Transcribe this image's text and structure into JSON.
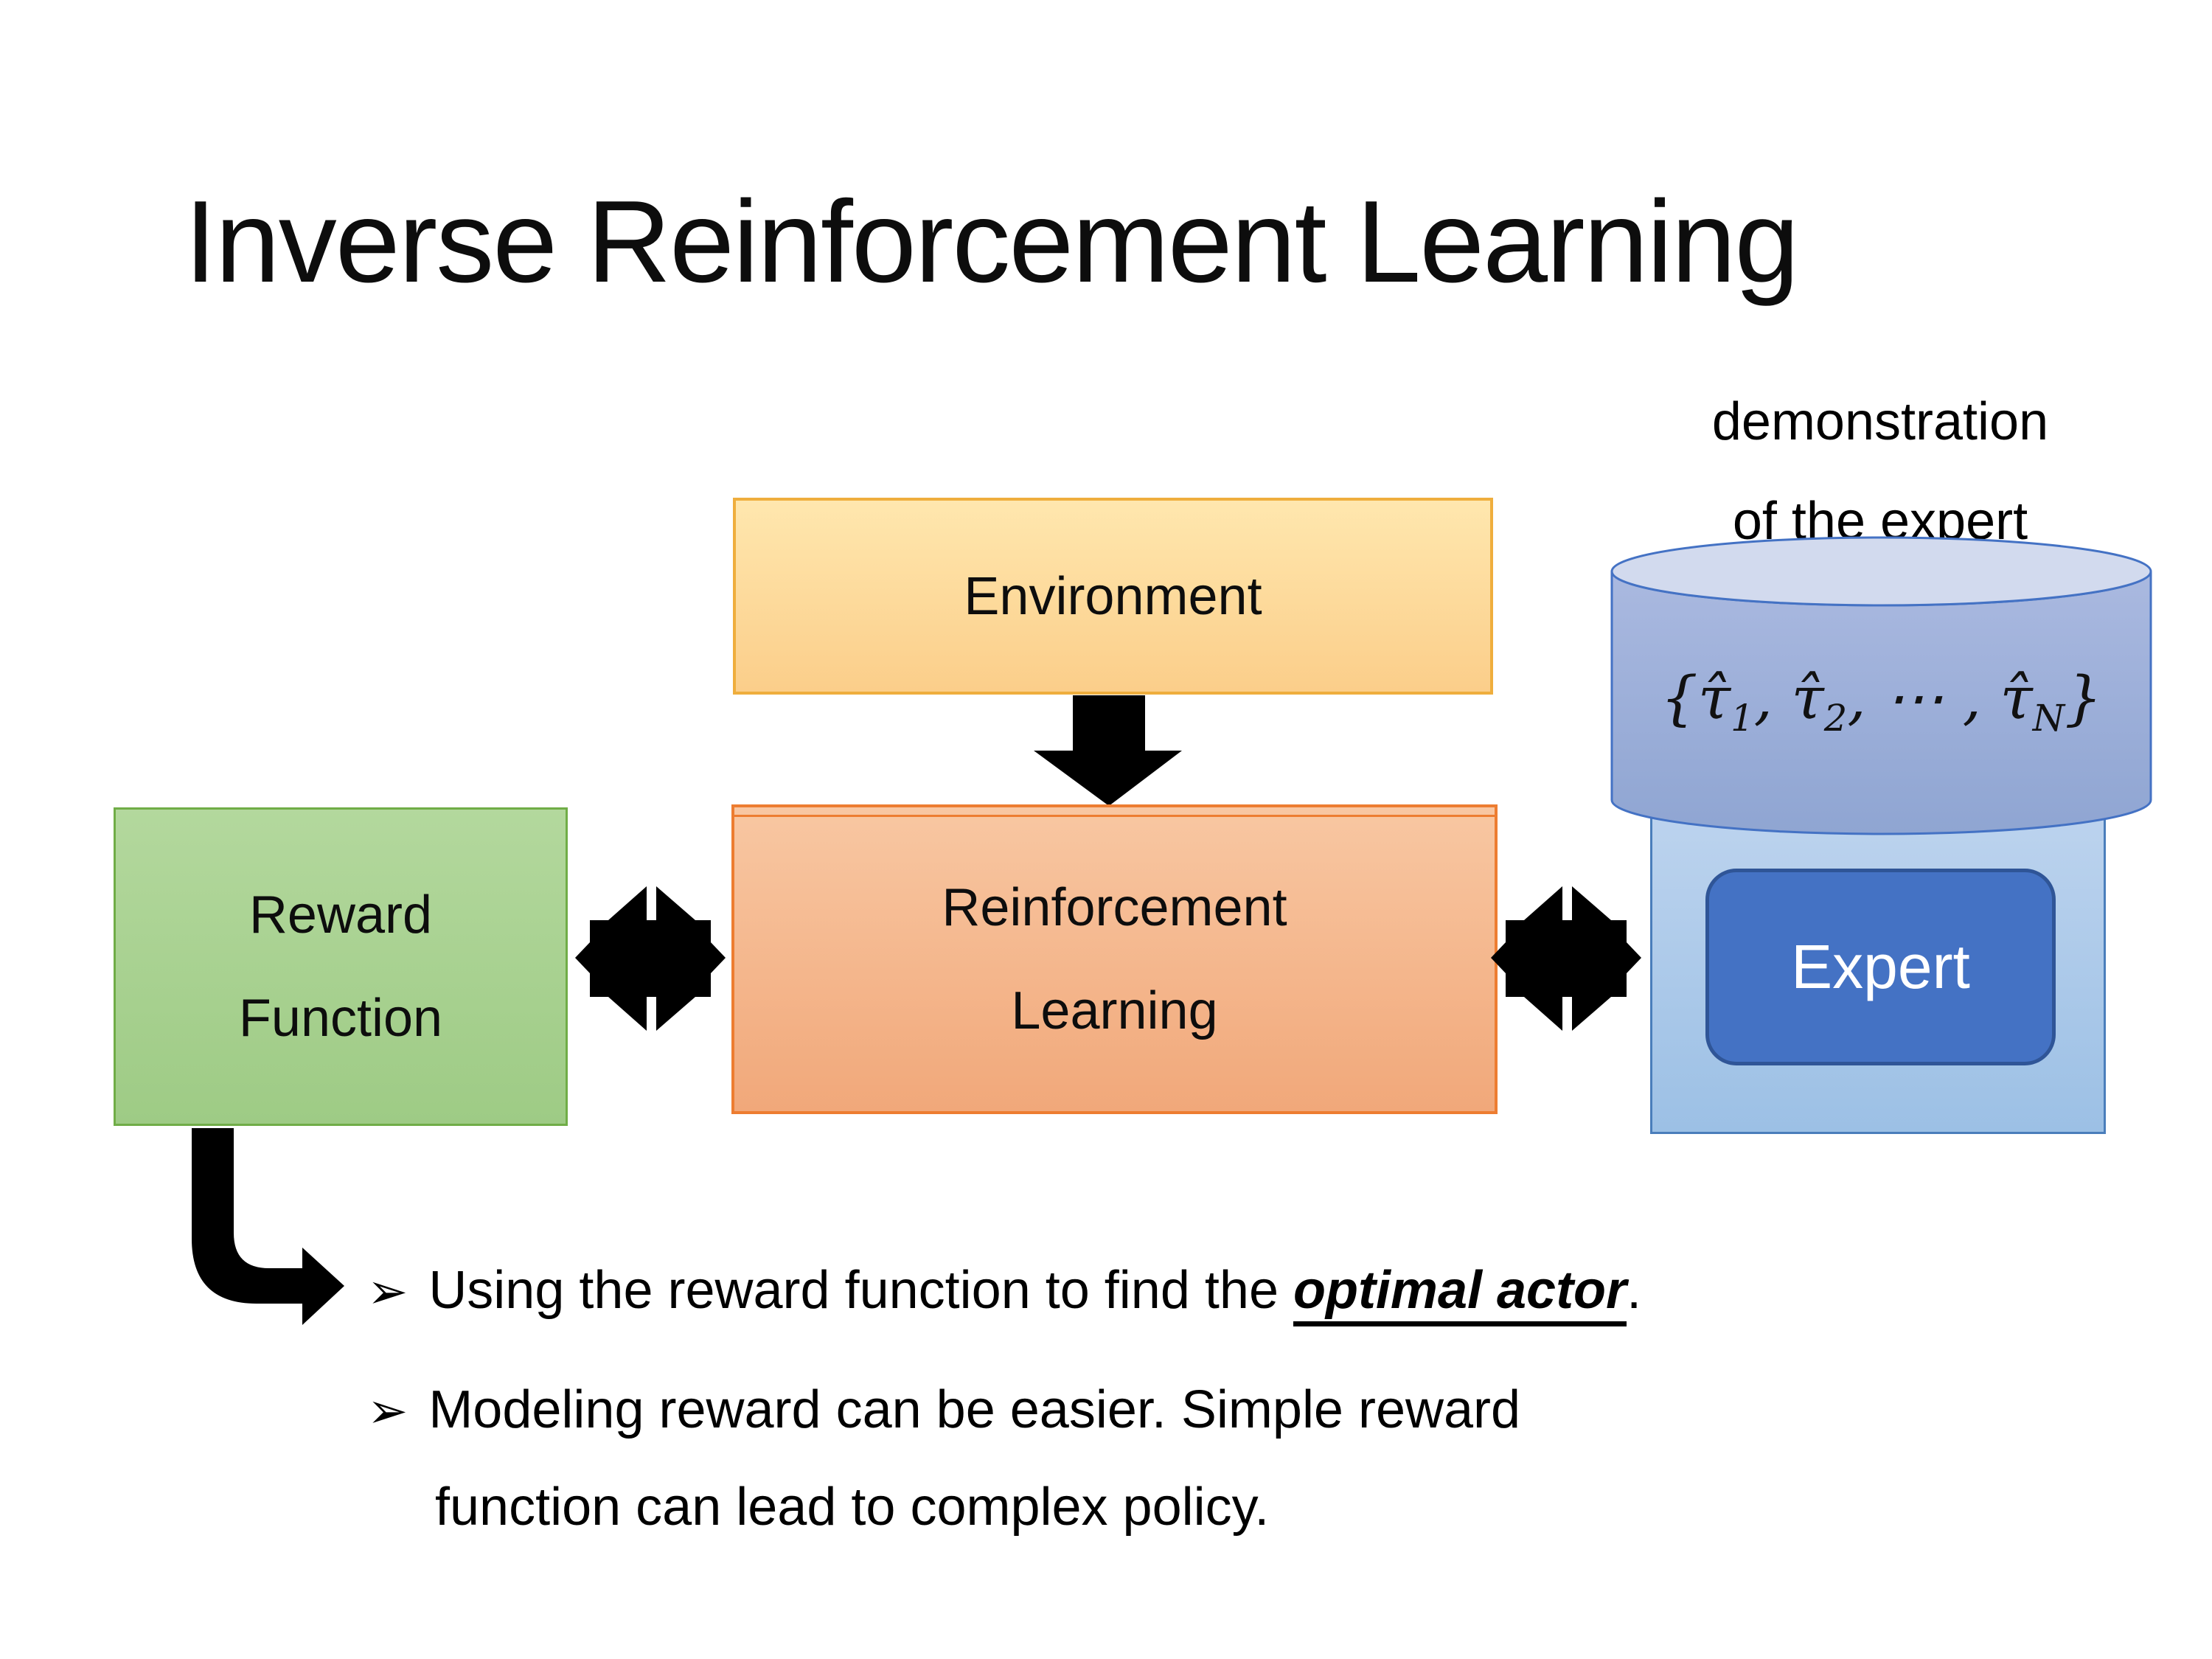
{
  "slide": {
    "title": "Inverse Reinforcement Learning",
    "background_color": "#ffffff"
  },
  "diagram": {
    "environment": {
      "label": "Environment"
    },
    "reinforcement_learning": {
      "label_line1": "Reinforcement",
      "label_line2": "Learning"
    },
    "reward_function": {
      "label_line1": "Reward",
      "label_line2": "Function"
    },
    "expert": {
      "label": "Expert"
    },
    "demonstration_caption": {
      "line1": "demonstration",
      "line2": "of the expert"
    },
    "trajectory_cylinder": {
      "formula": {
        "p1": "{τ̂",
        "s1": "1",
        "p2": ", τ̂",
        "s2": "2",
        "p3": ", ⋯ , τ̂",
        "sN": "N",
        "p4": "}"
      }
    }
  },
  "bullets": {
    "item1": {
      "marker": "➢",
      "pre": "Using the reward function to find the ",
      "emphasis": "optimal actor",
      "post": "."
    },
    "item2": {
      "marker": "➢",
      "line1": "Modeling reward can be easier. Simple reward",
      "line2": "function can lead to complex policy."
    }
  },
  "colors": {
    "environment_fill_top": "#ffe7ae",
    "environment_fill_bottom": "#fbce8a",
    "environment_border": "#efae3d",
    "rl_fill_top": "#f8c7a2",
    "rl_fill_bottom": "#f1a87a",
    "rl_border": "#ED7D31",
    "reward_fill_top": "#b3d89d",
    "reward_fill_bottom": "#9ecb85",
    "reward_border": "#70AD47",
    "expert_container_fill": "#9cc0e5",
    "expert_container_border": "#4a7ebb",
    "expert_fill": "#4472C4",
    "expert_border": "#2F5597",
    "cylinder_body": "#97a9d6",
    "cylinder_top": "#d2daee",
    "cylinder_border": "#4472C4",
    "arrow_color": "#000000",
    "text_color": "#000000"
  }
}
